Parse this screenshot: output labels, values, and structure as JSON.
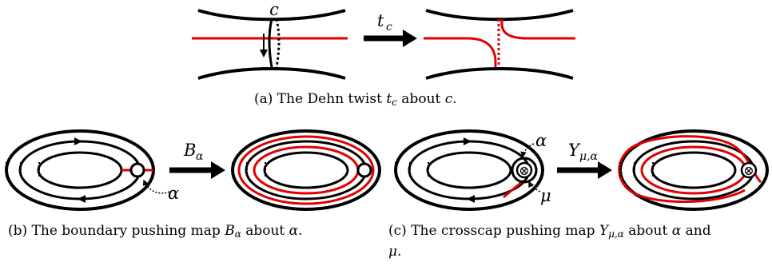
{
  "panel_a": {
    "label_c": "c",
    "arrow_label": "t",
    "arrow_sub": "c",
    "caption_prefix": "(a)  The Dehn twist ",
    "caption_t": "t",
    "caption_sub": "c",
    "caption_mid": " about ",
    "caption_c": "c",
    "caption_end": "."
  },
  "panel_b": {
    "arrow_label": "B",
    "arrow_sub": "α",
    "label_alpha": "α",
    "caption_prefix": "(b)  The boundary pushing map ",
    "caption_B": "B",
    "caption_sub": "α",
    "caption_mid": " about ",
    "caption_alpha": "α",
    "caption_end": "."
  },
  "panel_c": {
    "arrow_label": "Y",
    "arrow_sub": "μ,α",
    "label_alpha": "α",
    "label_mu": "μ",
    "crosscap_glyph": "⊗",
    "caption_prefix": "(c)  The crosscap pushing map ",
    "caption_Y": "Y",
    "caption_sub": "μ,α",
    "caption_mid": " about ",
    "caption_alpha": "α",
    "caption_and": " and",
    "caption_mu": "μ",
    "caption_end": "."
  },
  "colors": {
    "curve": "#e00000",
    "ink": "#000000"
  }
}
